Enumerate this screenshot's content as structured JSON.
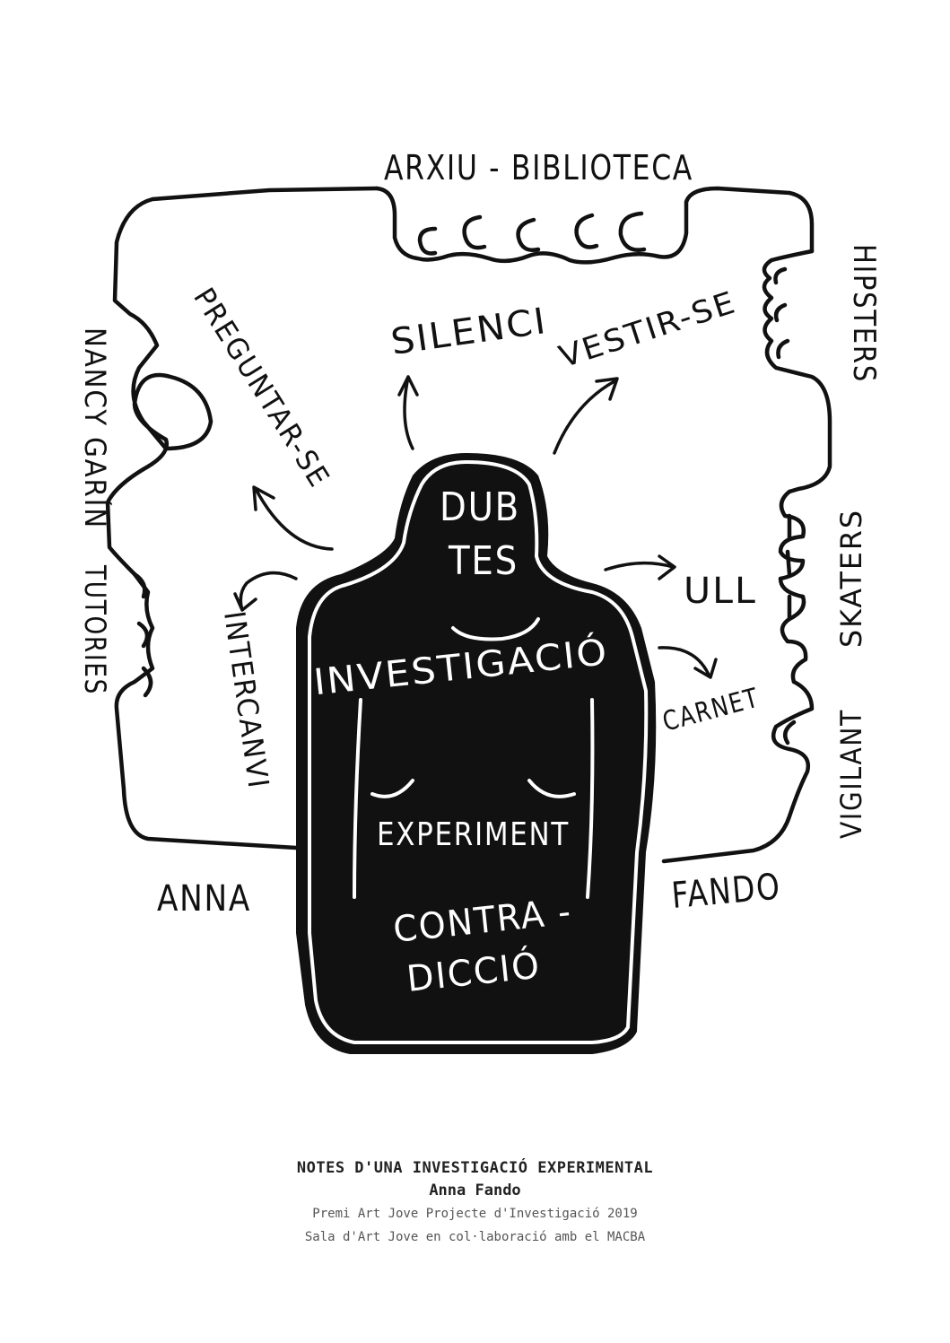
{
  "labels": {
    "arxiu": "ARXIU - BIBLIOTECA",
    "hipsters": "HIPSTERS",
    "skaters": "SKATERS",
    "vigilant": "VIGILANT",
    "fando": "FANDO",
    "anna": "ANNA",
    "tutories": "TUTORIES",
    "nancy": "NANCY GARÍN",
    "silenci": "SILENCI",
    "vestir": "VESTIR-SE",
    "preguntar": "PREGUNTAR-SE",
    "intercanvi": "INTERCANVI",
    "ull": "ULL",
    "carnet": "CARNET",
    "dub": "DUB",
    "tes": "TES",
    "investigacio": "INVESTIGACIÓ",
    "experiment": "EXPERIMENT",
    "contra": "CONTRA -",
    "diccio": "DICCIÓ"
  },
  "caption": {
    "title": "NOTES D'UNA INVESTIGACIÓ EXPERIMENTAL",
    "author": "Anna Fando",
    "line1": "Premi Art Jove Projecte d'Investigació 2019",
    "line2": "Sala d'Art Jove en col·laboració amb el MACBA"
  }
}
